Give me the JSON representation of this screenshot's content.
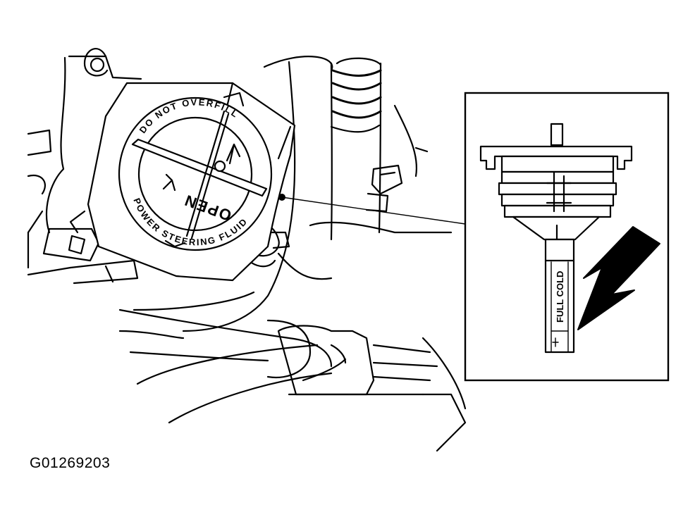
{
  "cap": {
    "ring_text_top": "DO NOT OVERFILL",
    "ring_text_bottom": "POWER STEERING FLUID",
    "center_text": "OPEN"
  },
  "dipstick": {
    "level_label": "FULL COLD"
  },
  "figure_id": "G01269203"
}
